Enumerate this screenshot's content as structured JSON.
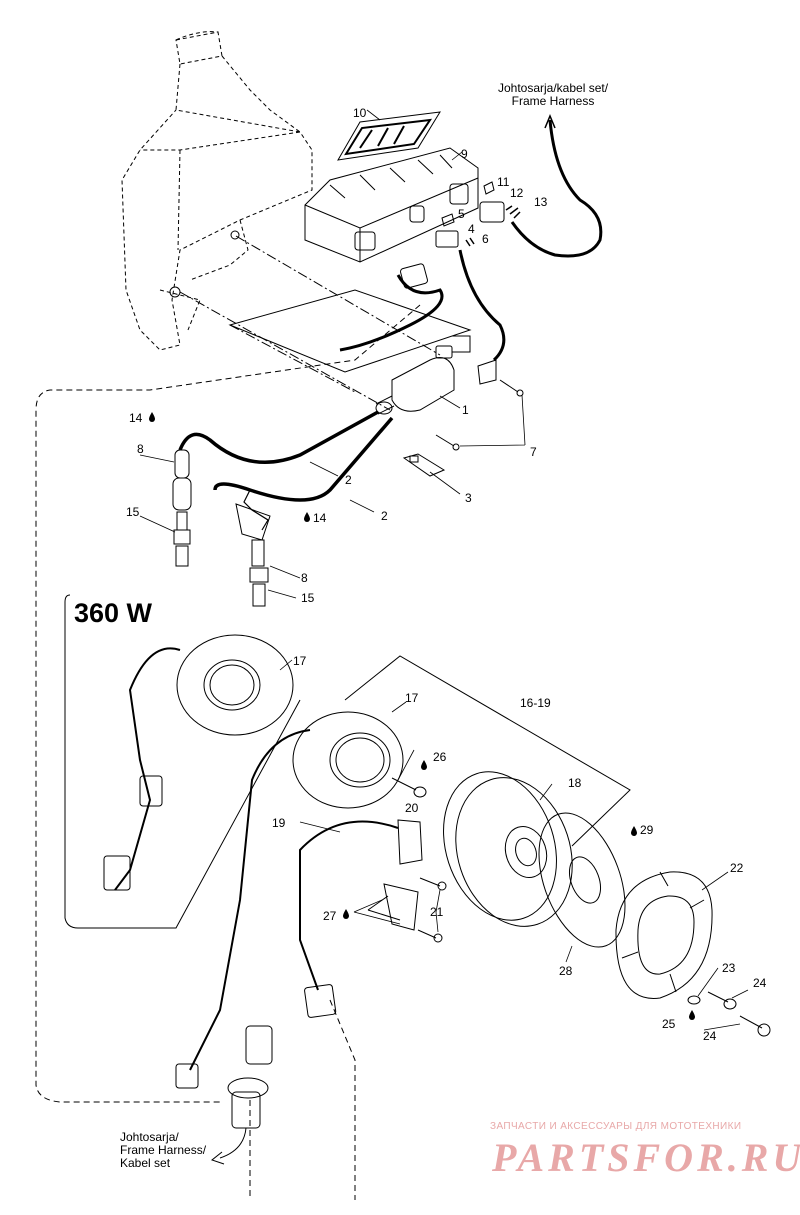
{
  "diagram": {
    "badge_label": "360 W",
    "notes": {
      "harness_top_line1": "Johtosarja/kabel set/",
      "harness_top_line2": "Frame Harness",
      "harness_bottom_line1": "Johtosarja/",
      "harness_bottom_line2": "Frame Harness/",
      "harness_bottom_line3": "Kabel set"
    },
    "callouts": {
      "c1": "1",
      "c2a": "2",
      "c2b": "2",
      "c3": "3",
      "c4": "4",
      "c5": "5",
      "c6": "6",
      "c7": "7",
      "c8a": "8",
      "c8b": "8",
      "c9": "9",
      "c10": "10",
      "c11": "11",
      "c12": "12",
      "c13": "13",
      "c14a": "14",
      "c14b": "14",
      "c15a": "15",
      "c15b": "15",
      "c16_19": "16-19",
      "c17a": "17",
      "c17b": "17",
      "c18": "18",
      "c19": "19",
      "c20": "20",
      "c21": "21",
      "c22": "22",
      "c23": "23",
      "c24a": "24",
      "c24b": "24",
      "c25": "25",
      "c26": "26",
      "c27": "27",
      "c28": "28",
      "c29": "29"
    }
  },
  "watermark": {
    "tagline": "ЗАПЧАСТИ И АКСЕССУАРЫ ДЛЯ МОТОТЕХНИКИ",
    "logo": "PARTSFOR.RU",
    "color": "#e8a8a8"
  },
  "colors": {
    "line": "#000000",
    "paper": "#ffffff"
  }
}
